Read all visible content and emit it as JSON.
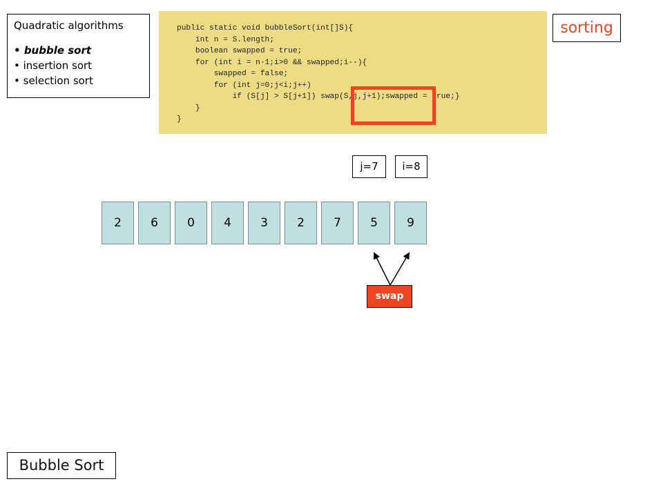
{
  "sidebar": {
    "heading": "Quadratic algorithms",
    "items": [
      {
        "label": "bubble sort",
        "active": true
      },
      {
        "label": "insertion sort",
        "active": false
      },
      {
        "label": "selection sort",
        "active": false
      }
    ]
  },
  "code": {
    "lines": [
      "public static void bubbleSort(int[]S){",
      "    int n = S.length;",
      "    boolean swapped = true;",
      "    for (int i = n-1;i>0 && swapped;i--){",
      "        swapped = false;",
      "        for (int j=0;j<i;j++)",
      "            if (S[j] > S[j+1]) swap(S,j,j+1);swapped = true;}",
      "    }",
      "}"
    ]
  },
  "topic": "sorting",
  "indices": {
    "j": "j=7",
    "i": "i=8"
  },
  "array": [
    "2",
    "6",
    "0",
    "4",
    "3",
    "2",
    "7",
    "5",
    "9"
  ],
  "swap_label": "swap",
  "title": "Bubble Sort",
  "colors": {
    "accent": "#ee4422",
    "code_bg": "#eedc85",
    "cell_bg": "#bfdfe0"
  }
}
